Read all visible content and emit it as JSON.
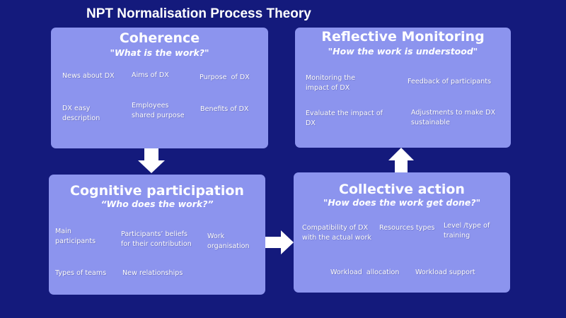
{
  "title": "NPT Normalisation Process Theory",
  "colors": {
    "background": "#141a7c",
    "box_fill": "#8c94ee",
    "text": "#ffffff",
    "arrow": "#ffffff"
  },
  "boxes": {
    "coherence": {
      "title": "Coherence",
      "subtitle": "\"What is the work?\"",
      "items": [
        "News about DX",
        "Aims of DX",
        "Purpose  of DX",
        "DX easy\ndescription",
        "Employees\nshared purpose",
        "Benefits of DX"
      ]
    },
    "reflective_monitoring": {
      "title": "Reflective Monitoring",
      "subtitle": "\"How the work is understood\"",
      "items": [
        "Monitoring the\nimpact of DX",
        "Feedback of participants",
        "Evaluate the impact of\nDX",
        "Adjustments to make DX\nsustainable"
      ]
    },
    "cognitive_participation": {
      "title": "Cognitive participation",
      "subtitle": "“Who does the work?”",
      "items": [
        "Main\nparticipants",
        "Participants’ beliefs\nfor their contribution",
        "Work\norganisation",
        "Types of teams",
        "New relationships"
      ]
    },
    "collective_action": {
      "title": "Collective action",
      "subtitle": "\"How does the work get done?\"",
      "items": [
        "Compatibility of DX\nwith the actual work",
        "Resources types",
        "Level /type of\ntraining",
        "Workload  allocation",
        "Workload support"
      ]
    }
  },
  "arrows": [
    {
      "from": "Coherence",
      "to": "Cognitive participation",
      "direction": "down",
      "icon": "arrow-down-icon"
    },
    {
      "from": "Cognitive participation",
      "to": "Collective action",
      "direction": "right",
      "icon": "arrow-right-icon"
    },
    {
      "from": "Collective action",
      "to": "Reflective Monitoring",
      "direction": "up",
      "icon": "arrow-up-icon"
    }
  ]
}
